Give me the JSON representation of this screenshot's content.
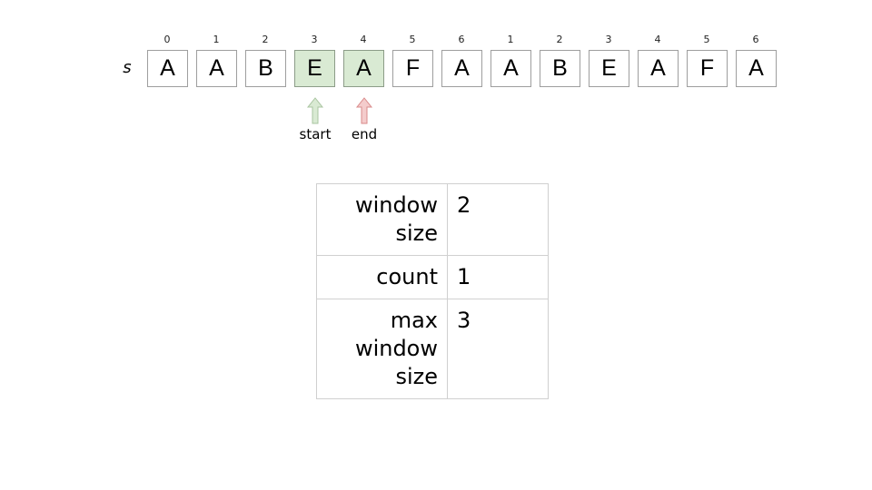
{
  "string_label": "s",
  "cells": [
    {
      "index": "0",
      "char": "A",
      "highlight": false
    },
    {
      "index": "1",
      "char": "A",
      "highlight": false
    },
    {
      "index": "2",
      "char": "B",
      "highlight": false
    },
    {
      "index": "3",
      "char": "E",
      "highlight": true
    },
    {
      "index": "4",
      "char": "A",
      "highlight": true
    },
    {
      "index": "5",
      "char": "F",
      "highlight": false
    },
    {
      "index": "6",
      "char": "A",
      "highlight": false
    },
    {
      "index": "1",
      "char": "A",
      "highlight": false
    },
    {
      "index": "2",
      "char": "B",
      "highlight": false
    },
    {
      "index": "3",
      "char": "E",
      "highlight": false
    },
    {
      "index": "4",
      "char": "A",
      "highlight": false
    },
    {
      "index": "5",
      "char": "F",
      "highlight": false
    },
    {
      "index": "6",
      "char": "A",
      "highlight": false
    }
  ],
  "pointers": {
    "start": {
      "label": "start",
      "cell": 3,
      "color": "#d9ead3",
      "stroke": "#a9c4a0"
    },
    "end": {
      "label": "end",
      "cell": 4,
      "color": "#f4cccc",
      "stroke": "#d98a8a"
    }
  },
  "highlight_color": "#d9ead3",
  "state_table": {
    "rows": [
      {
        "key": "window size",
        "value": "2"
      },
      {
        "key": "count",
        "value": "1"
      },
      {
        "key": "max window size",
        "value": "3"
      }
    ]
  }
}
